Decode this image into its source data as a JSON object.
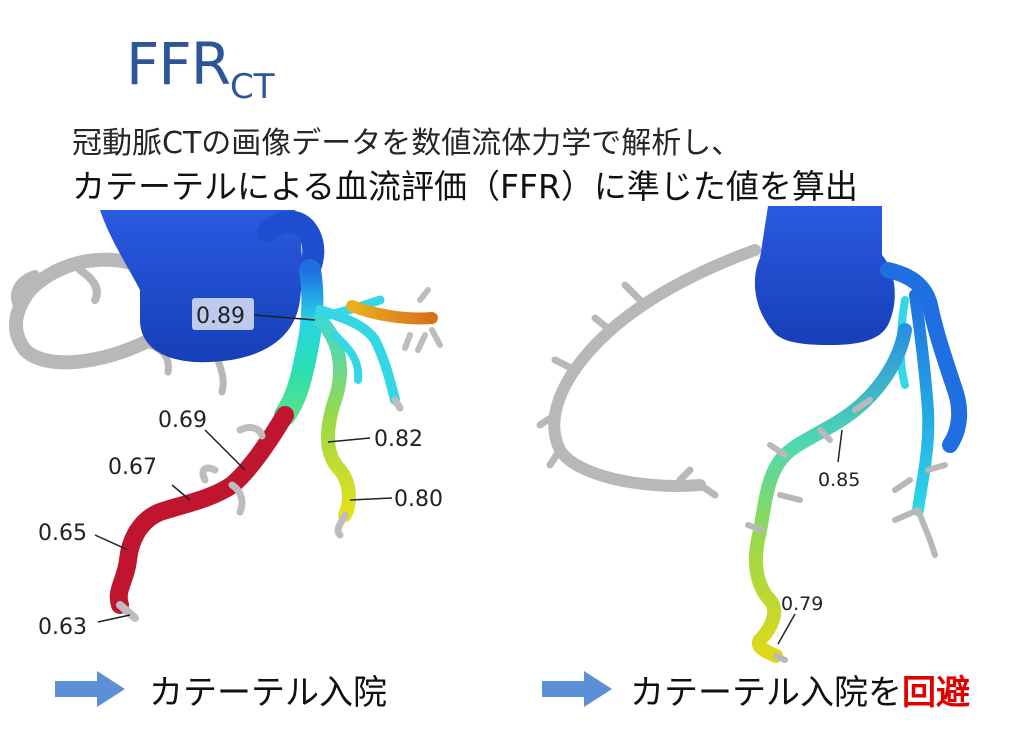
{
  "title": {
    "main": "FFR",
    "sub": "CT"
  },
  "description": {
    "line1": "冠動脈CTの画像データを数値流体力学で解析し、",
    "line2": "カテーテルによる血流評価（FFR）に準じた値を算出"
  },
  "left_figure": {
    "labels": [
      "0.89",
      "0.69",
      "0.67",
      "0.65",
      "0.63",
      "0.82",
      "0.80"
    ]
  },
  "right_figure": {
    "labels": [
      "0.85",
      "0.79"
    ]
  },
  "outcomes": {
    "left": "カテーテル入院",
    "right_prefix": "カテーテル入院を",
    "right_highlight": "回避"
  },
  "colors": {
    "title": "#2e5597",
    "arrow": "#5b8fd6",
    "highlight": "#e00000",
    "aorta": "#1f4fd0",
    "vessel_gray": "#b8b8b8"
  }
}
